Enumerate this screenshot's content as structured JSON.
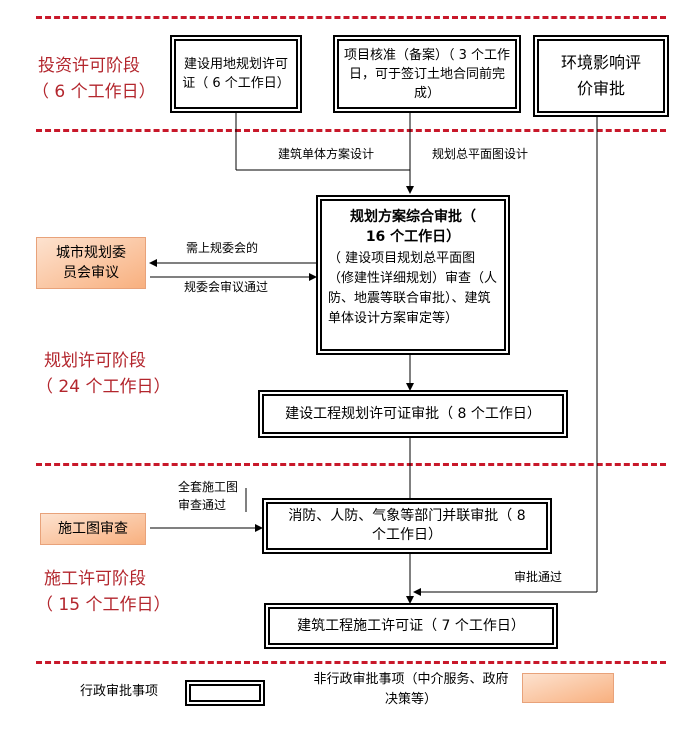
{
  "stages": {
    "investment": {
      "name": "投资许可阶段",
      "days": "（ 6 个工作日）"
    },
    "planning": {
      "name": "规划许可阶段",
      "days": "（ 24 个工作日）"
    },
    "construction": {
      "name": "施工许可阶段",
      "days": "（ 15 个工作日）"
    }
  },
  "boxes": {
    "land_permit": "建设用地规划许可证（ 6 个工作日）",
    "project_approval": "项目核准（备案）（ 3 个工作日，可于签订土地合同前完成）",
    "env_approval": "环境影响评价审批",
    "plan_review_title": "规划方案综合审批（ 16 个工作日）",
    "plan_review_body": "（ 建设项目规划总平面图（修建性详细规划）审查（人防、地震等联合审批）、建筑单体设计方案审定等）",
    "eng_permit": "建设工程规划许可证审批（ 8 个工作日）",
    "fire_review": "消防、人防、气象等部门并联审批（ 8 个工作日）",
    "build_permit": "建筑工程施工许可证（ 7 个工作日）"
  },
  "external": {
    "city_committee": "城市规划委员会审议",
    "drawing_review": "施工图审查"
  },
  "edges": {
    "building_design": "建筑单体方案设计",
    "master_plan": "规划总平面图设计",
    "need_committee": "需上规委会的",
    "committee_passed": "规委会审议通过",
    "drawings_passed": "全套施工图审查通过",
    "approval_passed": "审批通过"
  },
  "legend": {
    "admin": "行政审批事项",
    "non_admin": "非行政审批事项（中介服务、政府决策等）"
  },
  "colors": {
    "stage_text": "#b3262d",
    "divider": "#c8182a",
    "external_fill": "#f8b07f"
  }
}
